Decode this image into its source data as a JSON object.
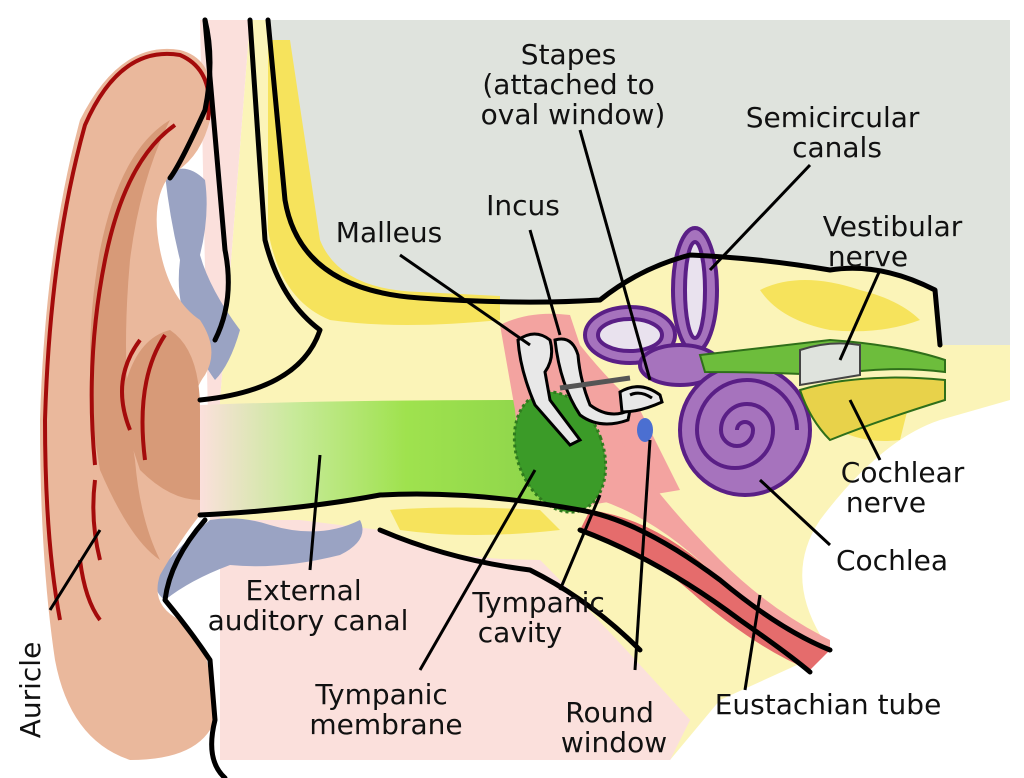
{
  "labels": {
    "stapes": [
      "Stapes",
      "(attached to",
      "oval window)"
    ],
    "semicircular_canals": [
      "Semicircular",
      "canals"
    ],
    "incus": [
      "Incus"
    ],
    "malleus": [
      "Malleus"
    ],
    "vestibular_nerve": [
      "Vestibular",
      "nerve"
    ],
    "cochlear_nerve": [
      "Cochlear",
      "nerve"
    ],
    "cochlea": [
      "Cochlea"
    ],
    "external_auditory_canal": [
      "External",
      "auditory canal"
    ],
    "tympanic_cavity": [
      "Tympanic",
      "cavity"
    ],
    "tympanic_membrane": [
      "Tympanic",
      "membrane"
    ],
    "round_window": [
      "Round",
      "window"
    ],
    "eustachian_tube": [
      "Eustachian tube"
    ],
    "auricle": [
      "Auricle"
    ]
  },
  "colors": {
    "skull_gray": "#dfe3dd",
    "bone_yellow": "#fbf4b8",
    "bone_yellow_dark": "#f6e35c",
    "skin_pink": "#fbe0dc",
    "auricle_tan": "#eab89c",
    "auricle_dark": "#d79a78",
    "auricle_edge": "#a40b0b",
    "cartilage_blue": "#9aa3c3",
    "canal_green": "#a6e05a",
    "membrane_green": "#3b9b28",
    "cavity_red": "#f3a3a0",
    "tube_red": "#e56c6c",
    "cochlea_purple": "#a673bd",
    "cochlea_edge": "#5a1f86",
    "nerve_green": "#6dbd3c",
    "ossicle_gray": "#e8e8e8"
  }
}
